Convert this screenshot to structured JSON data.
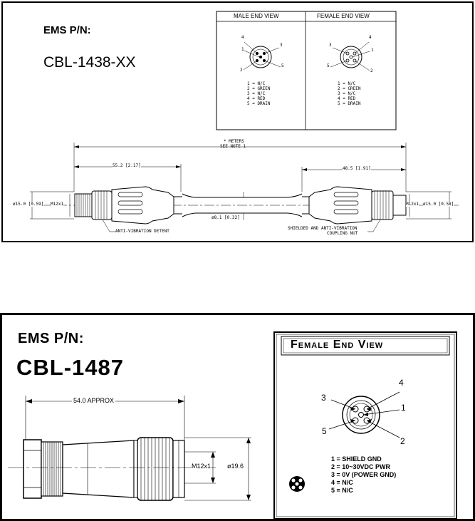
{
  "drawing1": {
    "part_label": "EMS P/N:",
    "part_number": "CBL-1438-XX",
    "male_view": {
      "title": "MALE END VIEW",
      "pin_numbers": [
        "1",
        "2",
        "3",
        "4",
        "5"
      ],
      "pins": [
        "1 = N/C",
        "2 = GREEN",
        "3 = N/C",
        "4 = RED",
        "5 = DRAIN"
      ]
    },
    "female_view": {
      "title": "FEMALE END VIEW",
      "pin_numbers": [
        "1",
        "2",
        "3",
        "4",
        "5"
      ],
      "pins": [
        "1 = N/C",
        "2 = GREEN",
        "3 = N/C",
        "4 = RED",
        "5 = DRAIN"
      ]
    },
    "dims": {
      "overall_line1": "* METERS",
      "overall_line2": "SEE NOTE 1",
      "left_len": "55.2 [2.17]",
      "right_len": "48.5 [1.91]",
      "left_dia": "ø15.0 [0.59]",
      "right_dia": "ø15.0 [0.58]",
      "left_thread": "M12x1",
      "right_thread": "M12x1",
      "cable_dia": "ø8.1 [0.32]"
    },
    "notes": {
      "left": "ANTI-VIBRATION DETENT",
      "right_line1": "SHIELDED AND ANTI-VIBRATION",
      "right_line2": "COUPLING NUT"
    }
  },
  "drawing2": {
    "part_label": "EMS P/N:",
    "part_number": "CBL-1487",
    "view_title": "Female End View",
    "pin_numbers": [
      "1",
      "2",
      "3",
      "4",
      "5"
    ],
    "pins": [
      "1 = SHIELD GND",
      "2 = 10~30VDC PWR",
      "3 = 0V (POWER GND)",
      "4 = N/C",
      "5 = N/C"
    ],
    "dims": {
      "length": "54.0 APPROX",
      "thread": "M12x1",
      "diameter": "ø19.6"
    }
  }
}
